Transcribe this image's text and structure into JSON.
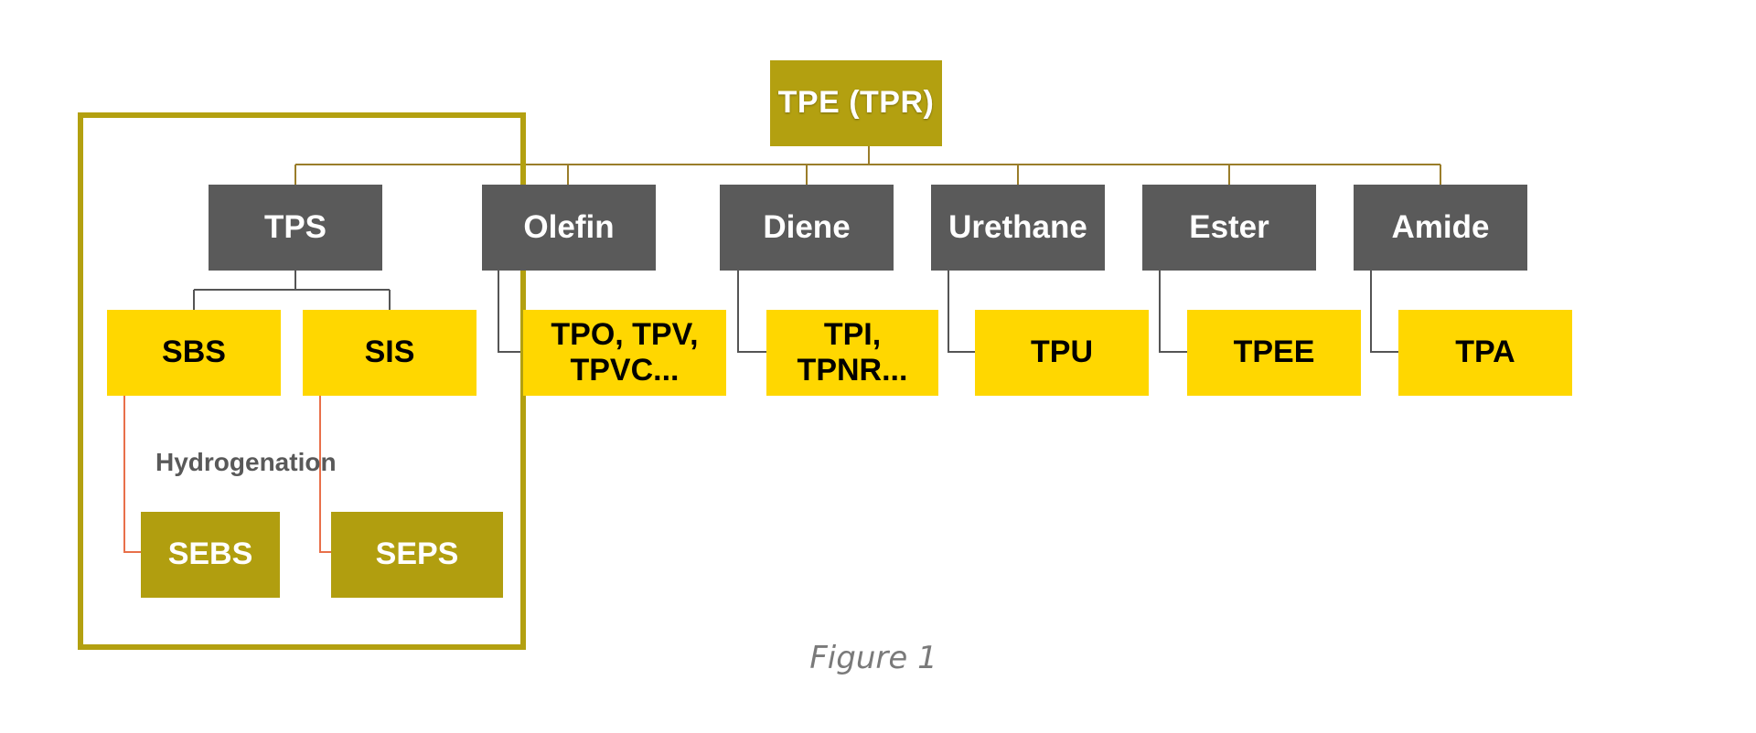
{
  "root": {
    "label": "TPE (TPR)"
  },
  "categories": [
    {
      "label": "TPS"
    },
    {
      "label": "Olefin"
    },
    {
      "label": "Diene"
    },
    {
      "label": "Urethane"
    },
    {
      "label": "Ester"
    },
    {
      "label": "Amide"
    }
  ],
  "tps_children": [
    {
      "label": "SBS"
    },
    {
      "label": "SIS"
    }
  ],
  "subtypes": [
    {
      "label": "TPO, TPV,\nTPVC..."
    },
    {
      "label": "TPI,\nTPNR..."
    },
    {
      "label": "TPU"
    },
    {
      "label": "TPEE"
    },
    {
      "label": "TPA"
    }
  ],
  "hydrogenation": {
    "label": "Hydrogenation",
    "products": [
      {
        "label": "SEBS"
      },
      {
        "label": "SEPS"
      }
    ]
  },
  "caption": "Figure 1",
  "colors": {
    "root_fill": "#b3a010",
    "category_fill": "#5a5a5a",
    "subtype_fill": "#ffd700",
    "hydrogenated_fill": "#b19e0f",
    "tree_line": "#9a7d2a",
    "hydrogenation_line": "#e8704a",
    "highlight_frame": "#b3a010"
  }
}
